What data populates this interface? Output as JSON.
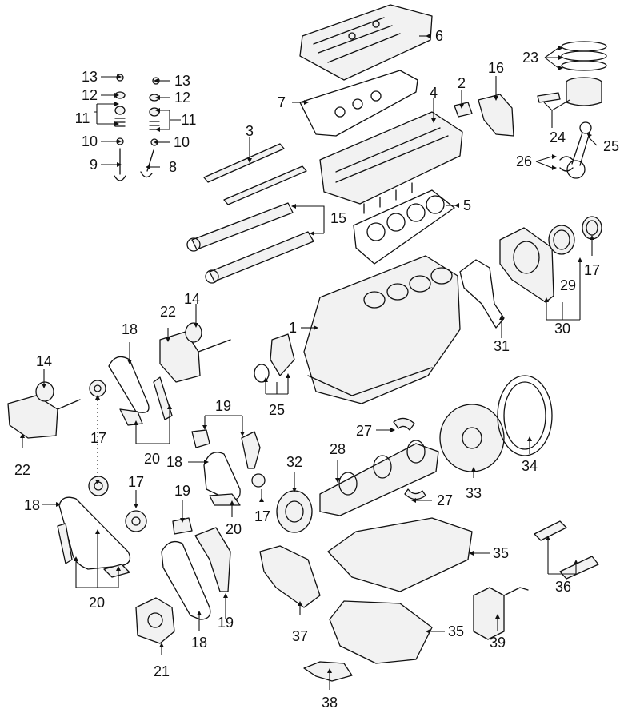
{
  "diagram": {
    "callouts": [
      {
        "id": "c1",
        "text": "1"
      },
      {
        "id": "c2",
        "text": "2"
      },
      {
        "id": "c3",
        "text": "3"
      },
      {
        "id": "c4",
        "text": "4"
      },
      {
        "id": "c5",
        "text": "5"
      },
      {
        "id": "c6",
        "text": "6"
      },
      {
        "id": "c7",
        "text": "7"
      },
      {
        "id": "c8",
        "text": "8"
      },
      {
        "id": "c9",
        "text": "9"
      },
      {
        "id": "c10a",
        "text": "10"
      },
      {
        "id": "c10b",
        "text": "10"
      },
      {
        "id": "c11a",
        "text": "11"
      },
      {
        "id": "c11b",
        "text": "11"
      },
      {
        "id": "c12a",
        "text": "12"
      },
      {
        "id": "c12b",
        "text": "12"
      },
      {
        "id": "c13a",
        "text": "13"
      },
      {
        "id": "c13b",
        "text": "13"
      },
      {
        "id": "c14a",
        "text": "14"
      },
      {
        "id": "c14b",
        "text": "14"
      },
      {
        "id": "c15",
        "text": "15"
      },
      {
        "id": "c16",
        "text": "16"
      },
      {
        "id": "c17a",
        "text": "17"
      },
      {
        "id": "c17b",
        "text": "17"
      },
      {
        "id": "c17c",
        "text": "17"
      },
      {
        "id": "c17d",
        "text": "17"
      },
      {
        "id": "c18a",
        "text": "18"
      },
      {
        "id": "c18b",
        "text": "18"
      },
      {
        "id": "c18c",
        "text": "18"
      },
      {
        "id": "c18d",
        "text": "18"
      },
      {
        "id": "c19a",
        "text": "19"
      },
      {
        "id": "c19b",
        "text": "19"
      },
      {
        "id": "c19c",
        "text": "19"
      },
      {
        "id": "c20a",
        "text": "20"
      },
      {
        "id": "c20b",
        "text": "20"
      },
      {
        "id": "c20c",
        "text": "20"
      },
      {
        "id": "c21",
        "text": "21"
      },
      {
        "id": "c22a",
        "text": "22"
      },
      {
        "id": "c22b",
        "text": "22"
      },
      {
        "id": "c23",
        "text": "23"
      },
      {
        "id": "c24",
        "text": "24"
      },
      {
        "id": "c25a",
        "text": "25"
      },
      {
        "id": "c25b",
        "text": "25"
      },
      {
        "id": "c26",
        "text": "26"
      },
      {
        "id": "c27a",
        "text": "27"
      },
      {
        "id": "c27b",
        "text": "27"
      },
      {
        "id": "c28",
        "text": "28"
      },
      {
        "id": "c29",
        "text": "29"
      },
      {
        "id": "c30",
        "text": "30"
      },
      {
        "id": "c31",
        "text": "31"
      },
      {
        "id": "c32",
        "text": "32"
      },
      {
        "id": "c33",
        "text": "33"
      },
      {
        "id": "c34",
        "text": "34"
      },
      {
        "id": "c35a",
        "text": "35"
      },
      {
        "id": "c35b",
        "text": "35"
      },
      {
        "id": "c36",
        "text": "36"
      },
      {
        "id": "c37",
        "text": "37"
      },
      {
        "id": "c38",
        "text": "38"
      },
      {
        "id": "c39",
        "text": "39"
      }
    ]
  }
}
